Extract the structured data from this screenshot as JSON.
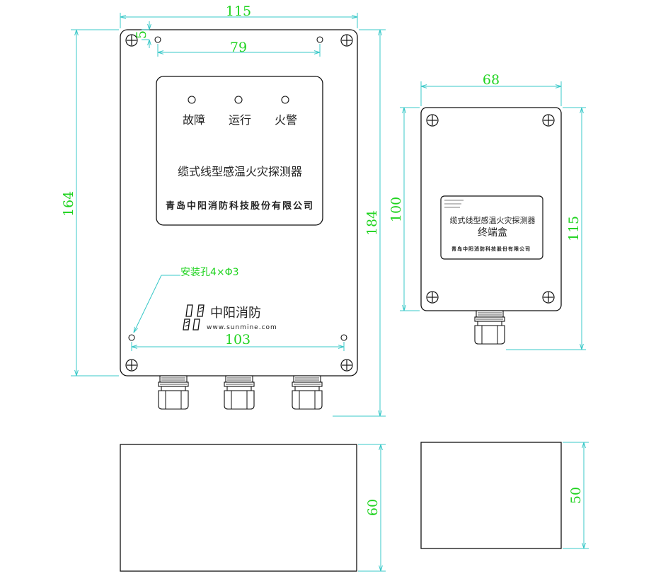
{
  "main_unit": {
    "dims": {
      "top_width": "115",
      "hole_offset": "5",
      "hole_spacing_top": "79",
      "height_left": "164",
      "height_right": "184",
      "hole_spacing_bottom": "103"
    },
    "leds": [
      "故障",
      "运行",
      "火警"
    ],
    "product_name": "缆式线型感温火灾探测器",
    "company_name": "青岛中阳消防科技股份有限公司",
    "mount_holes_label": "安装孔4×Φ3",
    "logo_text": "中阳消防",
    "logo_url": "www.sunmine.com"
  },
  "terminal_box": {
    "dims": {
      "width": "68",
      "height_inner": "100",
      "height_outer": "115"
    },
    "label_line1": "缆式线型感温火灾探测器",
    "label_line2": "终端盒",
    "label_company": "青岛中阳消防科技股份有限公司"
  },
  "side_views": {
    "main_depth": "60",
    "terminal_depth": "50"
  },
  "colors": {
    "dimension": "#1fd31f",
    "extension_line": "#38c8c8",
    "outline": "#111111"
  }
}
